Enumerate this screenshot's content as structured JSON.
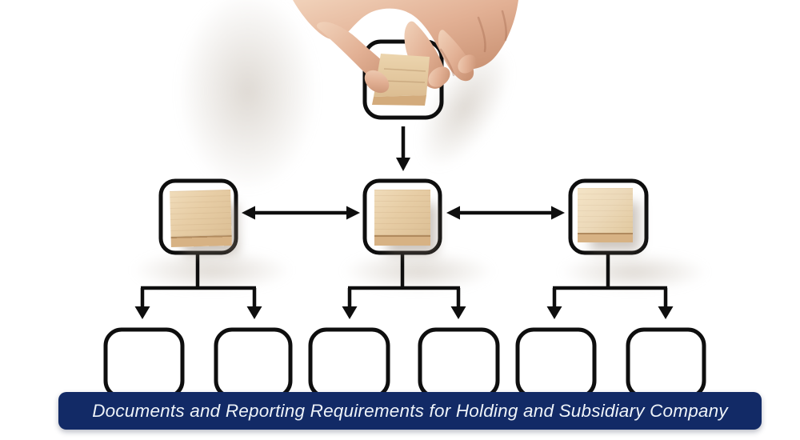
{
  "banner": {
    "title": "Documents and Reporting Requirements for Holding and Subsidiary Company"
  },
  "diagram": {
    "type": "org_chart",
    "levels": [
      {
        "id": "top",
        "node_count": 1,
        "has_wood_block": true
      },
      {
        "id": "middle",
        "node_count": 3,
        "has_wood_block": true
      },
      {
        "id": "bottom",
        "node_count": 6,
        "has_wood_block": false
      }
    ],
    "connectors": [
      {
        "from": "top-1",
        "to": "middle-2",
        "type": "arrow-down"
      },
      {
        "from": "middle-1",
        "to": "middle-2",
        "type": "double-arrow"
      },
      {
        "from": "middle-2",
        "to": "middle-3",
        "type": "double-arrow"
      },
      {
        "from": "middle-1",
        "to": "bottom-1, bottom-2",
        "type": "branch-arrows"
      },
      {
        "from": "middle-2",
        "to": "bottom-3, bottom-4",
        "type": "branch-arrows"
      },
      {
        "from": "middle-3",
        "to": "bottom-5, bottom-6",
        "type": "branch-arrows"
      }
    ],
    "illustration": "hand placing wooden block into top node"
  },
  "colors": {
    "background": "#ffffff",
    "line": "#0e0e0e",
    "banner-bg": "#122a66",
    "banner-text": "#eef3f8",
    "wood-face": "#e7cda5",
    "wood-face-light": "#ecd9b9",
    "wood-edge": "#d7b284",
    "skin": "#e2b094",
    "skin-shadow": "#c68e6f"
  }
}
